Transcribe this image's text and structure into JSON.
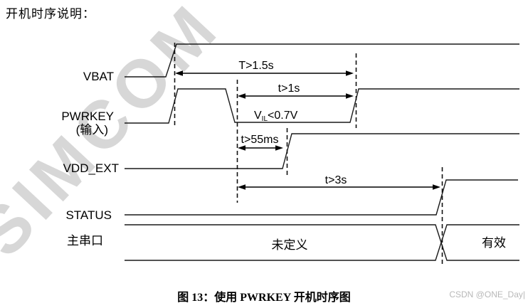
{
  "page": {
    "heading": "开机时序说明：",
    "caption": "图 13：使用 PWRKEY 开机时序图",
    "watermarks": {
      "diagonal": "SIMCOM",
      "csdn": "CSDN @ONE_Day|"
    }
  },
  "diagram": {
    "signals": [
      {
        "label": "VBAT"
      },
      {
        "label": "PWRKEY",
        "sublabel": "(输入)"
      },
      {
        "label": "VDD_EXT"
      },
      {
        "label": "STATUS"
      },
      {
        "label": "主串口"
      }
    ],
    "annotations": {
      "vbat_high_time": "T>1.5s",
      "pwrkey_low_time": "t>1s",
      "vil": {
        "v": "V",
        "sub": "IL",
        "rest": "<0.7V"
      },
      "vddext_delay": "t>55ms",
      "status_delay": "t>3s",
      "uart_undefined": "未定义",
      "uart_valid": "有效"
    },
    "colors": {
      "line": "#1a1a1a",
      "dash": "#111111",
      "arrow": "#000000"
    }
  }
}
